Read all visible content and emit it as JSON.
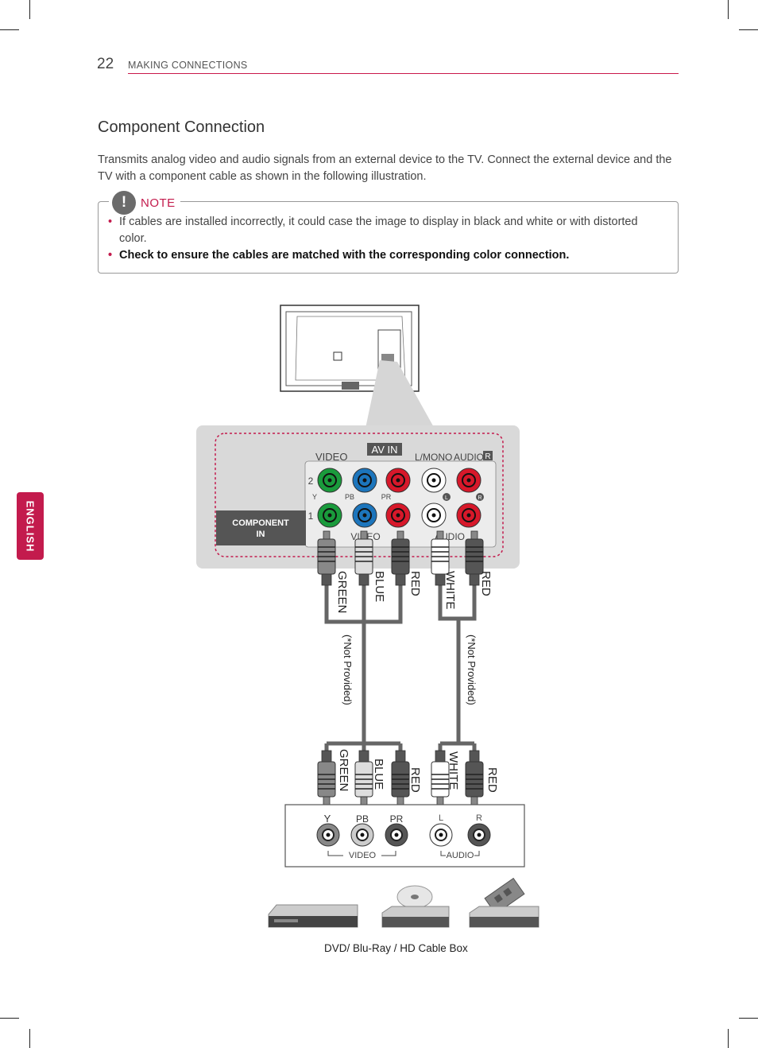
{
  "header": {
    "page_number": "22",
    "section": "MAKING CONNECTIONS"
  },
  "side_tab": "ENGLISH",
  "title": "Component Connection",
  "intro": "Transmits analog video and audio signals from an external device to the TV. Connect the external device and the TV with a component cable as shown in the following illustration.",
  "note": {
    "label": "NOTE",
    "items": [
      "If cables are installed incorrectly, it could case the image to display in black and white or with distorted color.",
      "Check to ensure the cables are matched with the corresponding color connection."
    ]
  },
  "panel": {
    "component_in": "COMPONENT IN",
    "av_in": "AV IN",
    "video_top": "VIDEO",
    "lmono": "L/MONO",
    "audio_top": "AUDIO",
    "r_badge": "R",
    "row2": "2",
    "row1": "1",
    "y": "Y",
    "pb": "PB",
    "pr": "PR",
    "l_badge": "L",
    "r_badge2": "R",
    "video_bottom": "VIDEO",
    "audio_bottom": "AUDIO"
  },
  "cables": {
    "green": "GREEN",
    "blue": "BLUE",
    "red": "RED",
    "white": "WHITE",
    "not_provided": "(*Not Provided)"
  },
  "device_panel": {
    "y": "Y",
    "pb": "PB",
    "pr": "PR",
    "l": "L",
    "r": "R",
    "video": "VIDEO",
    "audio": "AUDIO"
  },
  "caption": "DVD/ Blu-Ray / HD Cable Box",
  "colors": {
    "accent": "#c31b4d",
    "green": "#1a9b3c",
    "blue": "#1c75bc",
    "red": "#d7182a"
  }
}
